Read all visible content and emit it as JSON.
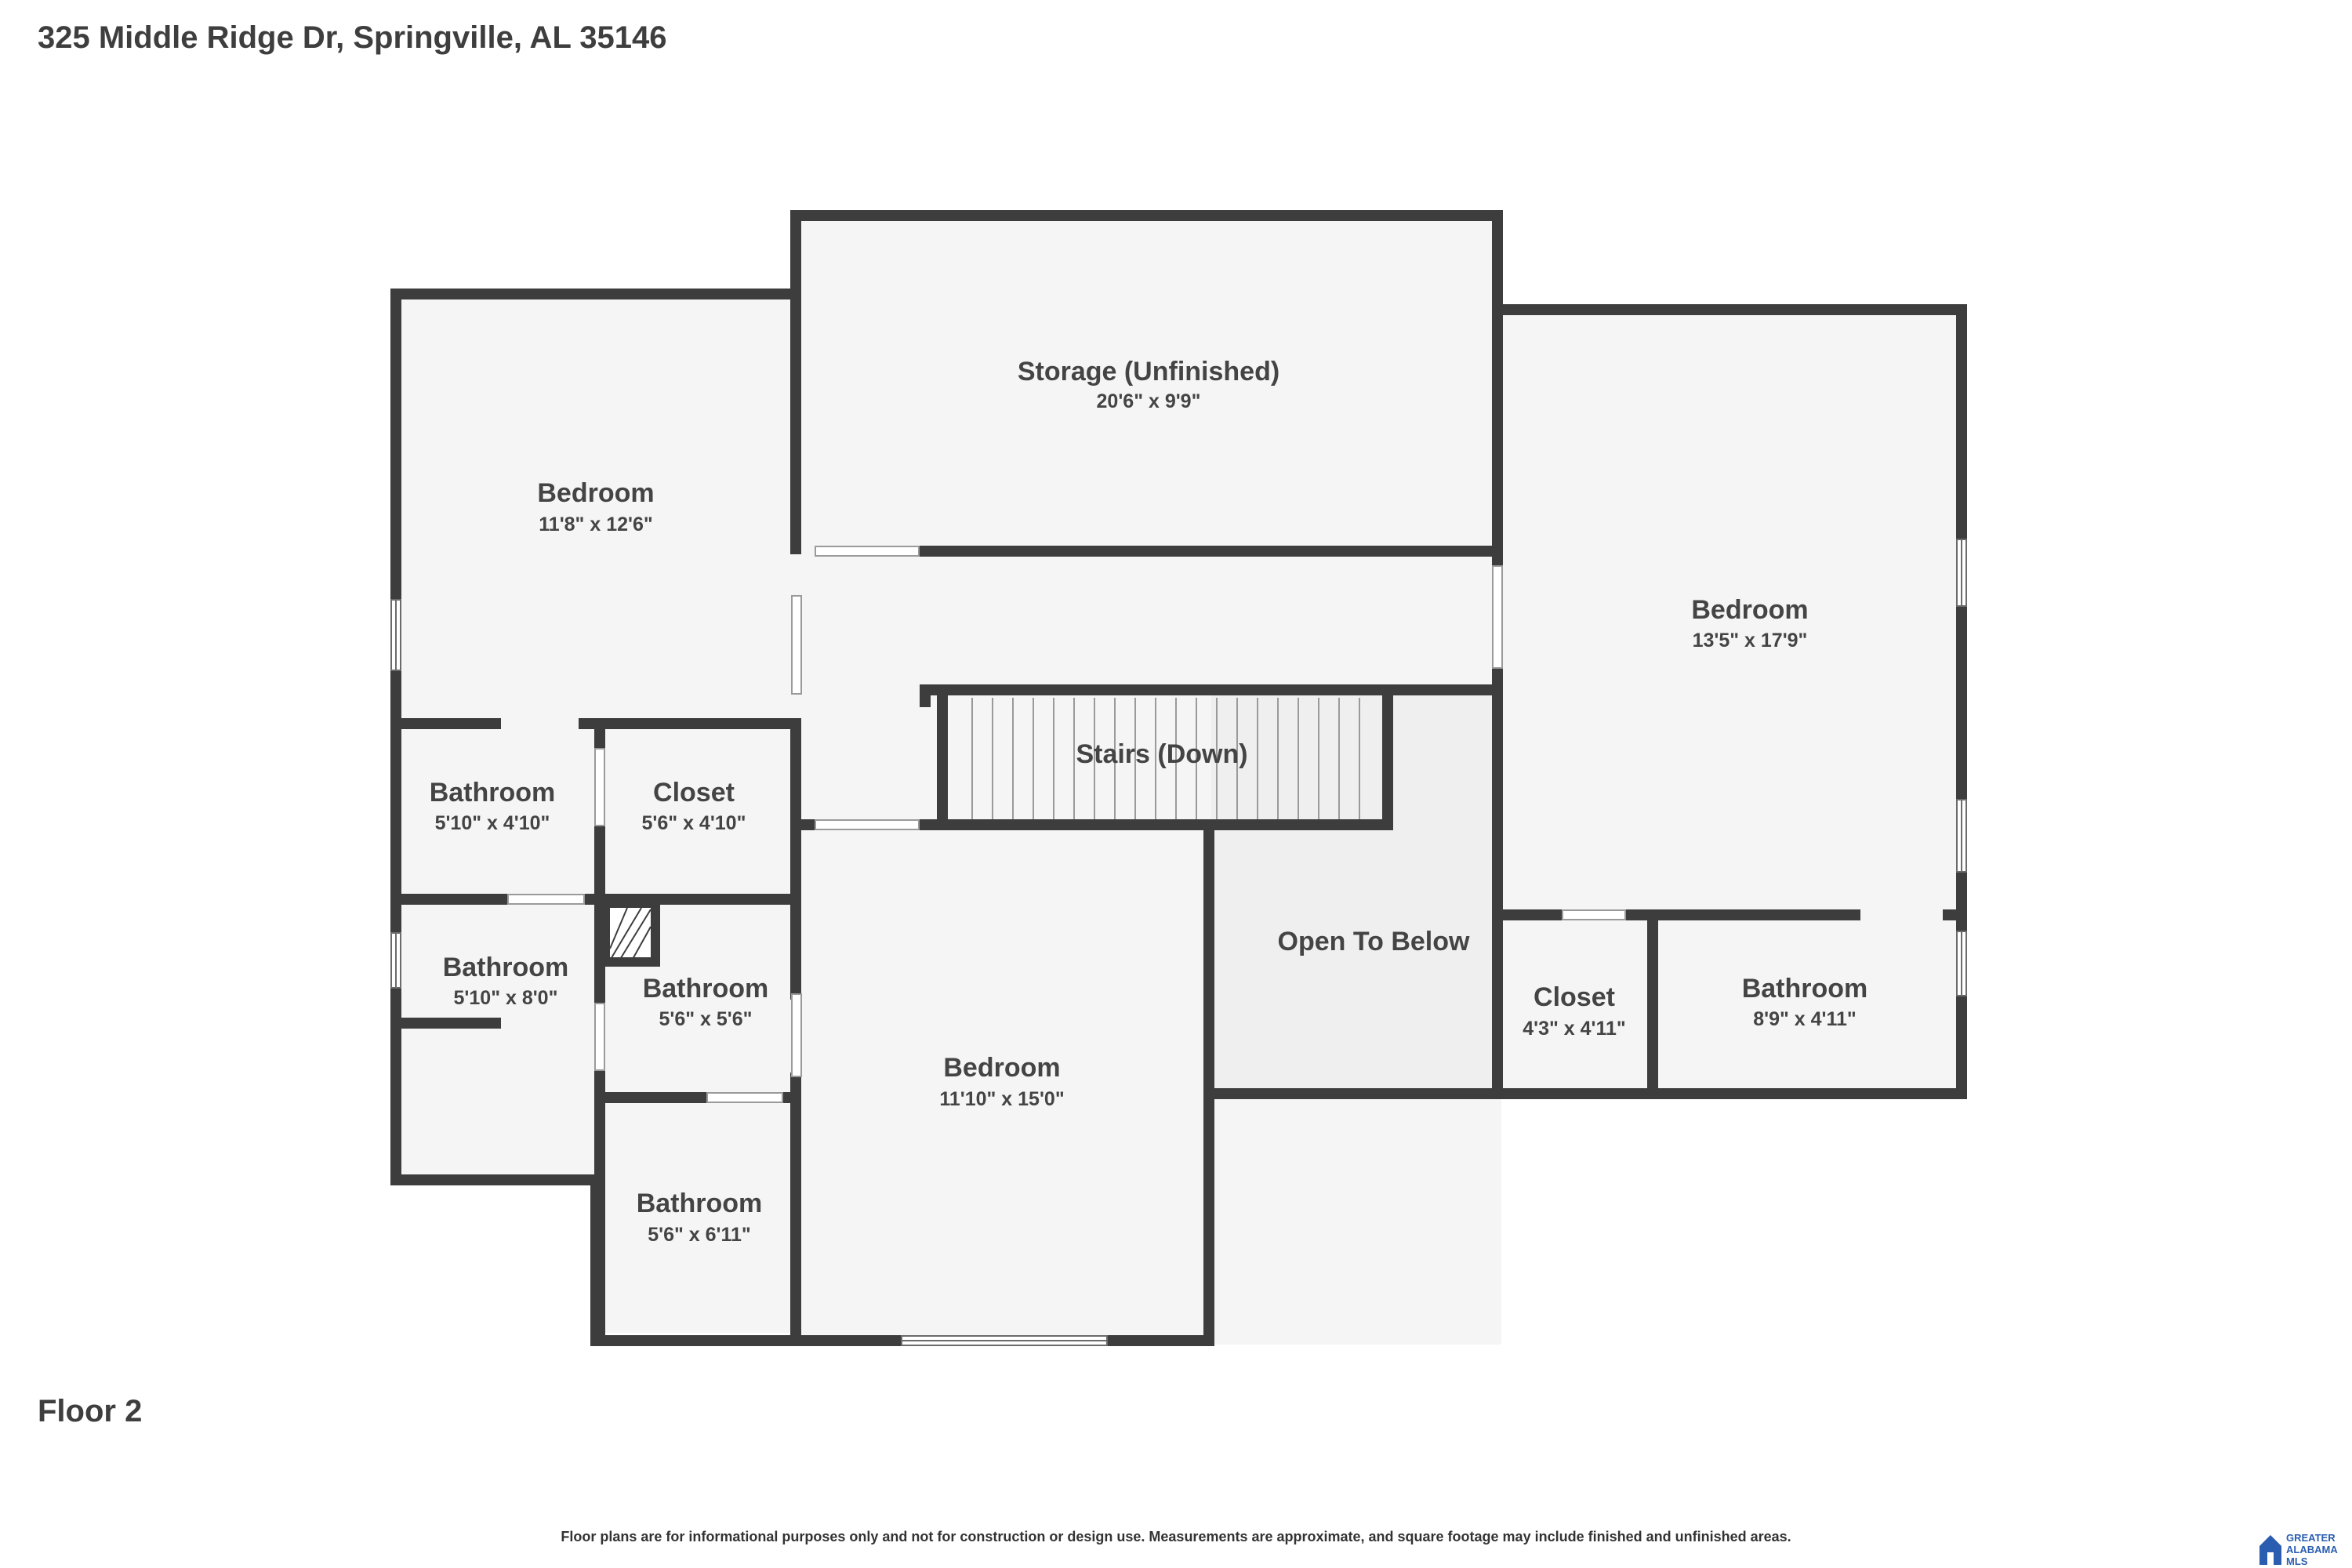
{
  "header": {
    "address": "325 Middle Ridge Dr, Springville, AL 35146"
  },
  "floor": {
    "label": "Floor 2"
  },
  "rooms": {
    "bedroom_nw": {
      "name": "Bedroom",
      "dims": "11'8\" x 12'6\""
    },
    "storage": {
      "name": "Storage (Unfinished)",
      "dims": "20'6\" x 9'9\""
    },
    "bedroom_e": {
      "name": "Bedroom",
      "dims": "13'5\" x 17'9\""
    },
    "bath_a": {
      "name": "Bathroom",
      "dims": "5'10\" x 4'10\""
    },
    "closet_w": {
      "name": "Closet",
      "dims": "5'6\" x 4'10\""
    },
    "stairs": {
      "name": "Stairs (Down)"
    },
    "bath_b": {
      "name": "Bathroom",
      "dims": "5'10\" x 8'0\""
    },
    "bath_c": {
      "name": "Bathroom",
      "dims": "5'6\" x 5'6\""
    },
    "open_below": {
      "name": "Open To Below"
    },
    "closet_e": {
      "name": "Closet",
      "dims": "4'3\" x 4'11\""
    },
    "bath_e": {
      "name": "Bathroom",
      "dims": "8'9\" x 4'11\""
    },
    "bedroom_s": {
      "name": "Bedroom",
      "dims": "11'10\" x 15'0\""
    },
    "bath_d": {
      "name": "Bathroom",
      "dims": "5'6\" x 6'11\""
    }
  },
  "footer": {
    "disclaimer": "Floor plans are for informational purposes only and not for construction or design use. Measurements are approximate, and square footage may include finished and unfinished areas.",
    "logo_text": [
      "GREATER",
      "ALABAMA",
      "MLS"
    ]
  },
  "colors": {
    "wall": "#3d3d3d",
    "floor": "#f5f5f5",
    "open_below": "#efefef",
    "opening": "#ffffff",
    "logo": "#2a5db0"
  }
}
